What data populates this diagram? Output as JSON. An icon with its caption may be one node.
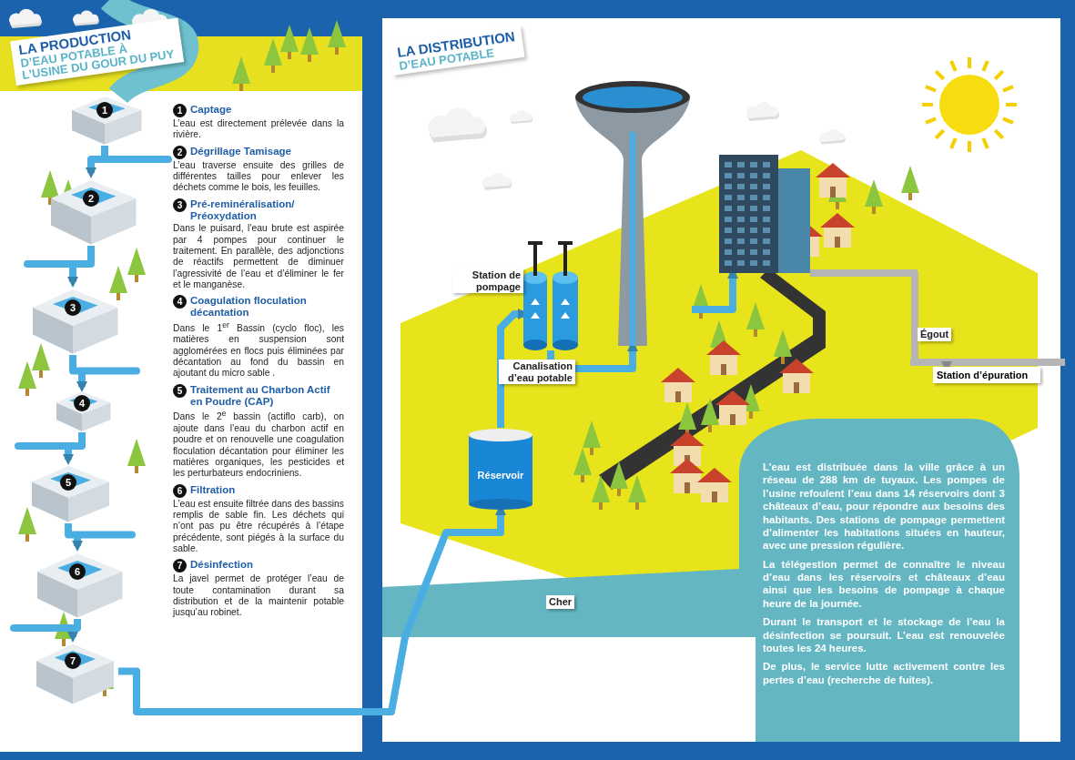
{
  "diagram": {
    "nodes": [
      {
        "text": [
          "1"
        ]
      },
      {
        "text": [
          "2"
        ]
      },
      {
        "text": [
          "3"
        ]
      },
      {
        "text": [
          "4"
        ]
      },
      {
        "text": [
          "5"
        ]
      },
      {
        "text": [
          "6"
        ]
      },
      {
        "text": [
          "7"
        ]
      },
      {
        "text": [
          "Réservoir"
        ]
      },
      {
        "text": [],
        "shape": "cylinder",
        "beside": [
          "Station de pompage"
        ]
      },
      {
        "text": [],
        "shape": "tower"
      },
      {
        "text": [],
        "shape": "building"
      },
      {
        "text": [
          "Station d’épuration"
        ]
      }
    ],
    "edges": [
      {
        "from": 0,
        "to": 1,
        "arrow": "to"
      },
      {
        "from": 1,
        "to": 2,
        "arrow": "to"
      },
      {
        "from": 2,
        "to": 3,
        "arrow": "to"
      },
      {
        "from": 3,
        "to": 4,
        "arrow": "to"
      },
      {
        "from": 4,
        "to": 5,
        "arrow": "to"
      },
      {
        "from": 5,
        "to": 6,
        "arrow": "to"
      },
      {
        "from": 6,
        "to": 7,
        "arrow": "to"
      },
      {
        "from": 7,
        "to": 8,
        "arrow": "to",
        "label": "Canalisation d’eau potable"
      },
      {
        "from": 8,
        "to": 9,
        "arrow": "to"
      },
      {
        "from": 9,
        "to": 10,
        "arrow": "to"
      },
      {
        "from": 10,
        "to": 11,
        "arrow": "to",
        "label": "Égout",
        "color": "#b5b5b5"
      }
    ],
    "labels": [
      "LA PRODUCTION",
      "D’EAU POTABLE À L’USINE DU GOUR DU PUY",
      "LA DISTRIBUTION",
      "D’EAU POTABLE",
      "1",
      "Captage",
      "L’eau est directement prélevée dans la rivière.",
      "2",
      "Dégrillage Tamisage",
      "L’eau traverse ensuite des grilles de différentes tailles pour enlever les déchets comme le bois, les feuilles.",
      "3",
      "Pré-reminéralisation/ Préoxydation",
      "Dans le puisard, l’eau brute est aspirée par 4 pompes pour continuer le traitement. En parallèle, des adjonctions de réactifs permettent de diminuer l’agressivité de l’eau et d’éliminer le fer et le manganèse.",
      "4",
      "Coagulation floculation décantation",
      "Dans le 1$^{er}$ Bassin (cyclo floc), les matières en suspension sont agglomérées en flocs puis éliminées par décantation au fond du bassin en ajoutant du micro sable .",
      "5",
      "Traitement au Charbon Actif en Poudre (CAP)",
      "Dans le 2$^{e}$ bassin (actiflo carb), on ajoute dans l’eau du charbon actif en poudre et on renouvelle une coagulation floculation décantation pour éliminer les matières organiques, les pesticides et les perturbateurs endocriniens.",
      "6",
      "Filtration",
      "L’eau est ensuite filtrée dans des bassins remplis de sable fin. Les déchets qui n’ont pas pu être récupérés à l’étape précédente, sont piégés à la surface du sable.",
      "7",
      "Désinfection",
      "La javel permet de protéger l’eau de toute contamination durant sa distribution et de la maintenir potable jusqu’au robinet.",
      "Cher",
      "L’eau est distribuée dans la ville grâce à un réseau de 288 km de tuyaux. Les pompes de l’usine refoulent l’eau dans 14 réservoirs dont 3 châteaux d’eau, pour répondre aux besoins des habitants. Des stations de pompage permettent d’alimenter les habitations situées en hauteur, avec une pression régulière.",
      "La télégestion permet de connaître le niveau d’eau dans les réservoirs et châteaux d’eau ainsi que les besoins de pompage à chaque heure de la journée.",
      "Durant le transport et le stockage de l’eau la désinfection se poursuit. L’eau est renouvelée toutes les 24 heures.",
      "De plus, le service lutte activement contre les pertes d’eau (recherche de fuites)."
    ]
  }
}
